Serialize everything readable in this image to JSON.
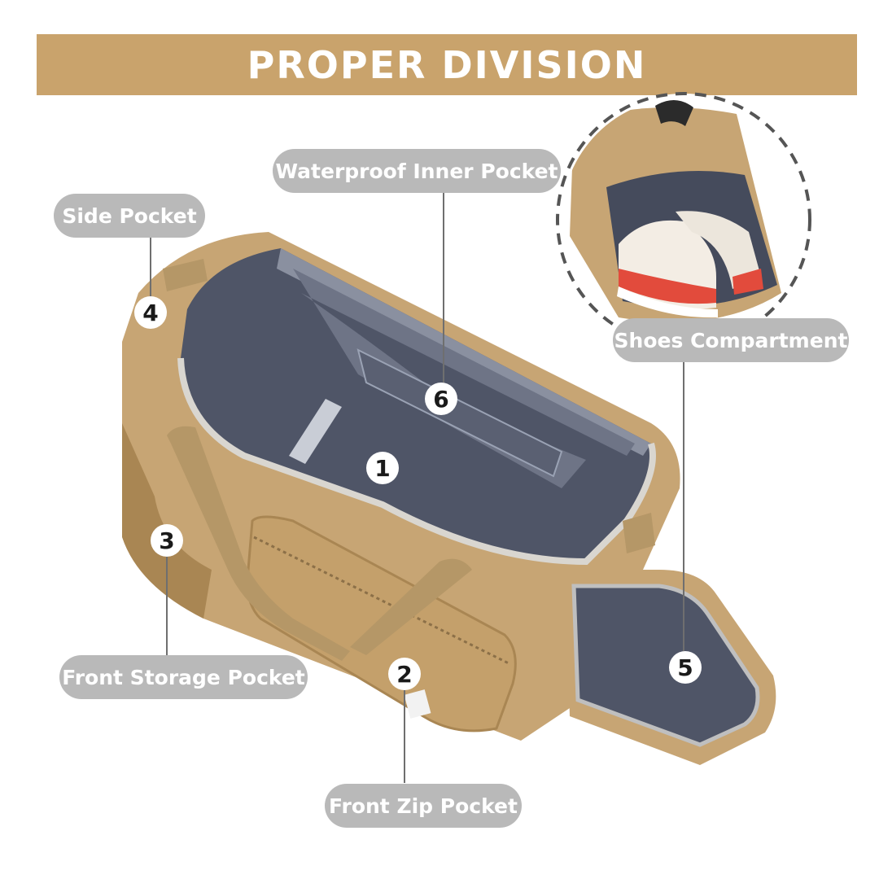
{
  "banner": {
    "title": "PROPER DIVISION"
  },
  "labels": {
    "side_pocket": "Side Pocket",
    "waterproof_inner_pocket": "Waterproof Inner Pocket",
    "shoes_compartment": "Shoes Compartment",
    "front_storage_pocket": "Front Storage Pocket",
    "front_zip_pocket": "Front Zip Pocket"
  },
  "markers": {
    "m1": "1",
    "m2": "2",
    "m3": "3",
    "m4": "4",
    "m5": "5",
    "m6": "6"
  },
  "colors": {
    "banner": "#c9a36c",
    "label_bg": "#b9b9b9",
    "bag_tan": "#c7a574",
    "bag_shadow": "#a98653",
    "lining": "#4f5567",
    "lining_light": "#6e7486",
    "leader_line": "#6f6f6f",
    "dashed_circle": "#555555"
  },
  "icons": [
    "duffel-bag-illustration",
    "sneakers-illustration"
  ]
}
